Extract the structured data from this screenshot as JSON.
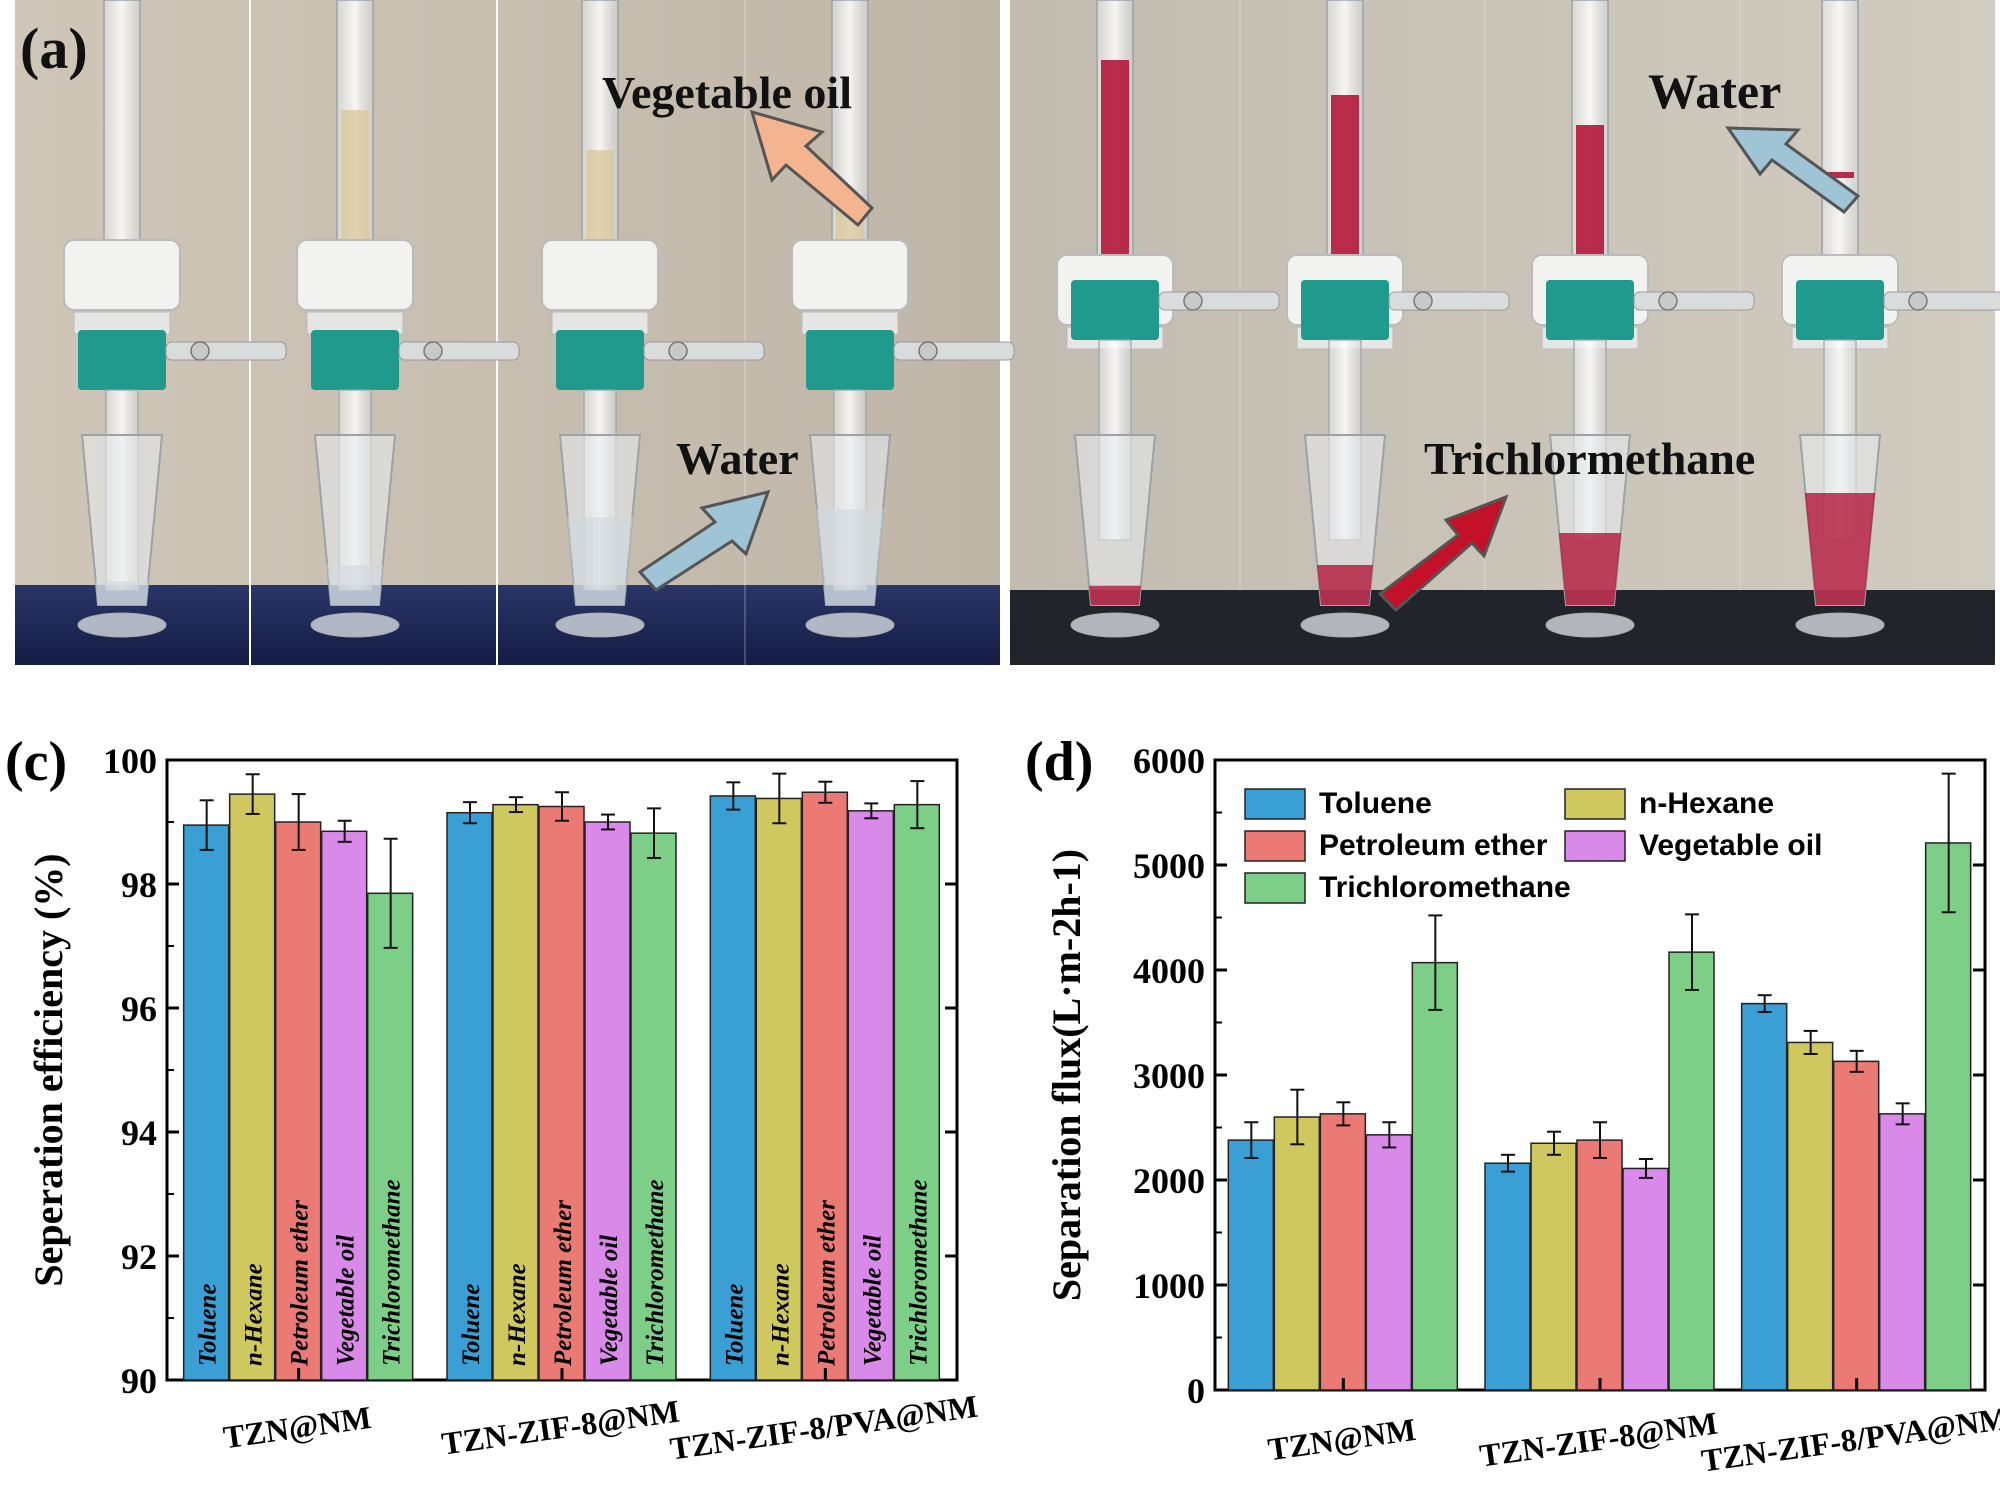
{
  "photos": {
    "panel_label": "(a)",
    "left_annotations": {
      "top": "Vegetable oil",
      "bottom": "Water"
    },
    "right_annotations": {
      "top": "Water",
      "bottom": "Trichlormethane"
    },
    "colors": {
      "wall": "#c9c1b4",
      "base": "#1e2a5c",
      "clamp": "#1f9a8c",
      "oil": "#d9c79a",
      "dye": "#b3163a",
      "arrow_peach": "#f3b48f",
      "arrow_blue": "#9fc4d6",
      "arrow_red": "#c3112a"
    }
  },
  "chart_data": [
    {
      "panel_label": "(c)",
      "type": "bar",
      "ylabel": "Seperation efficiency (%)",
      "ylim": [
        90,
        100
      ],
      "yticks": [
        90,
        92,
        94,
        96,
        98,
        100
      ],
      "categories": [
        "TZN@NM",
        "TZN-ZIF-8@NM",
        "TZN-ZIF-8/PVA@NM"
      ],
      "series": [
        {
          "name": "Toluene",
          "color": "#3a9fd4",
          "values": [
            98.95,
            99.15,
            99.42
          ],
          "errors": [
            0.4,
            0.17,
            0.22
          ]
        },
        {
          "name": "n-Hexane",
          "color": "#cfc85e",
          "values": [
            99.45,
            99.28,
            99.38
          ],
          "errors": [
            0.32,
            0.12,
            0.4
          ]
        },
        {
          "name": "Petroleum ether",
          "color": "#ec7a74",
          "values": [
            99.0,
            99.25,
            99.48
          ],
          "errors": [
            0.45,
            0.23,
            0.17
          ]
        },
        {
          "name": "Vegetable oil",
          "color": "#d98ae8",
          "values": [
            98.85,
            99.0,
            99.18
          ],
          "errors": [
            0.17,
            0.12,
            0.12
          ]
        },
        {
          "name": "Trichloromethane",
          "color": "#7dcf88",
          "values": [
            97.85,
            98.82,
            99.28
          ],
          "errors": [
            0.88,
            0.4,
            0.38
          ]
        }
      ]
    },
    {
      "panel_label": "(d)",
      "type": "bar",
      "ylabel": "Separation flux(L·m-2h-1)",
      "ylim": [
        0,
        6000
      ],
      "yticks": [
        0,
        1000,
        2000,
        3000,
        4000,
        5000,
        6000
      ],
      "categories": [
        "TZN@NM",
        "TZN-ZIF-8@NM",
        "TZN-ZIF-8/PVA@NM"
      ],
      "legend": "top-left",
      "series": [
        {
          "name": "Toluene",
          "color": "#3a9fd4",
          "values": [
            2380,
            2160,
            3680
          ],
          "errors": [
            170,
            80,
            80
          ]
        },
        {
          "name": "n-Hexane",
          "color": "#cfc85e",
          "values": [
            2600,
            2350,
            3310
          ],
          "errors": [
            260,
            110,
            110
          ]
        },
        {
          "name": "Petroleum ether",
          "color": "#ec7a74",
          "values": [
            2630,
            2380,
            3130
          ],
          "errors": [
            110,
            170,
            100
          ]
        },
        {
          "name": "Vegetable oil",
          "color": "#d98ae8",
          "values": [
            2430,
            2110,
            2630
          ],
          "errors": [
            120,
            90,
            100
          ]
        },
        {
          "name": "Trichloromethane",
          "color": "#7dcf88",
          "values": [
            4070,
            4170,
            5210
          ],
          "errors": [
            450,
            360,
            660
          ]
        }
      ]
    }
  ]
}
